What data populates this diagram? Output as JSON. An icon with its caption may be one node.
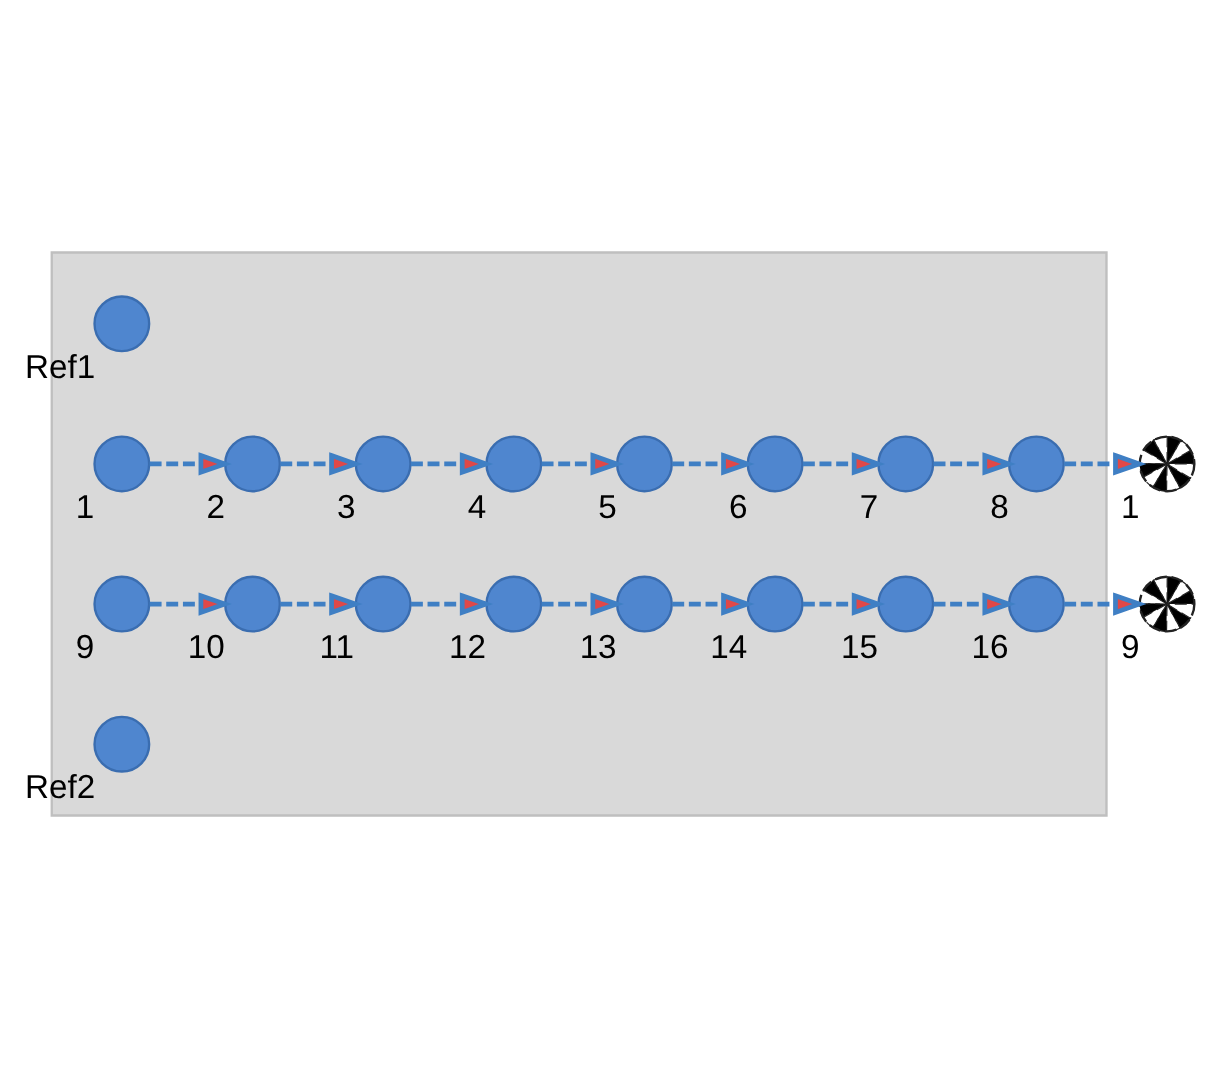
{
  "diagram": {
    "nodes": [
      {
        "text": [],
        "shape": "box"
      },
      {
        "text": [],
        "shape": "circle",
        "beside": [
          "Ref1"
        ],
        "in": 0
      },
      {
        "text": [],
        "shape": "circle",
        "beside": [
          "1"
        ],
        "in": 0
      },
      {
        "text": [],
        "shape": "circle",
        "beside": [
          "2"
        ],
        "in": 0
      },
      {
        "text": [],
        "shape": "circle",
        "beside": [
          "3"
        ],
        "in": 0
      },
      {
        "text": [],
        "shape": "circle",
        "beside": [
          "4"
        ],
        "in": 0
      },
      {
        "text": [],
        "shape": "circle",
        "beside": [
          "5"
        ],
        "in": 0
      },
      {
        "text": [],
        "shape": "circle",
        "beside": [
          "6"
        ],
        "in": 0
      },
      {
        "text": [],
        "shape": "circle",
        "beside": [
          "7"
        ],
        "in": 0
      },
      {
        "text": [],
        "shape": "circle",
        "beside": [
          "8"
        ],
        "in": 0
      },
      {
        "text": [],
        "shape": "circle",
        "beside": [
          "1"
        ]
      },
      {
        "text": [],
        "shape": "circle",
        "beside": [
          "9"
        ],
        "in": 0
      },
      {
        "text": [],
        "shape": "circle",
        "beside": [
          "10"
        ],
        "in": 0
      },
      {
        "text": [],
        "shape": "circle",
        "beside": [
          "11"
        ],
        "in": 0
      },
      {
        "text": [],
        "shape": "circle",
        "beside": [
          "12"
        ],
        "in": 0
      },
      {
        "text": [],
        "shape": "circle",
        "beside": [
          "13"
        ],
        "in": 0
      },
      {
        "text": [],
        "shape": "circle",
        "beside": [
          "14"
        ],
        "in": 0
      },
      {
        "text": [],
        "shape": "circle",
        "beside": [
          "15"
        ],
        "in": 0
      },
      {
        "text": [],
        "shape": "circle",
        "beside": [
          "16"
        ],
        "in": 0
      },
      {
        "text": [],
        "shape": "circle",
        "beside": [
          "9"
        ]
      },
      {
        "text": [],
        "shape": "circle",
        "beside": [
          "Ref2"
        ],
        "in": 0
      }
    ],
    "edges": [
      {
        "from": 2,
        "to": 3,
        "arrow": "to",
        "style": "dashed"
      },
      {
        "from": 3,
        "to": 4,
        "arrow": "to",
        "style": "dashed"
      },
      {
        "from": 4,
        "to": 5,
        "arrow": "to",
        "style": "dashed"
      },
      {
        "from": 5,
        "to": 6,
        "arrow": "to",
        "style": "dashed"
      },
      {
        "from": 6,
        "to": 7,
        "arrow": "to",
        "style": "dashed"
      },
      {
        "from": 7,
        "to": 8,
        "arrow": "to",
        "style": "dashed"
      },
      {
        "from": 8,
        "to": 9,
        "arrow": "to",
        "style": "dashed"
      },
      {
        "from": 9,
        "to": 10,
        "arrow": "to",
        "style": "dashed"
      },
      {
        "from": 11,
        "to": 12,
        "arrow": "to",
        "style": "dashed"
      },
      {
        "from": 12,
        "to": 13,
        "arrow": "to",
        "style": "dashed"
      },
      {
        "from": 13,
        "to": 14,
        "arrow": "to",
        "style": "dashed"
      },
      {
        "from": 14,
        "to": 15,
        "arrow": "to",
        "style": "dashed"
      },
      {
        "from": 15,
        "to": 16,
        "arrow": "to",
        "style": "dashed"
      },
      {
        "from": 16,
        "to": 17,
        "arrow": "to",
        "style": "dashed"
      },
      {
        "from": 17,
        "to": 18,
        "arrow": "to",
        "style": "dashed"
      },
      {
        "from": 18,
        "to": 19,
        "arrow": "to",
        "style": "dashed"
      }
    ]
  }
}
